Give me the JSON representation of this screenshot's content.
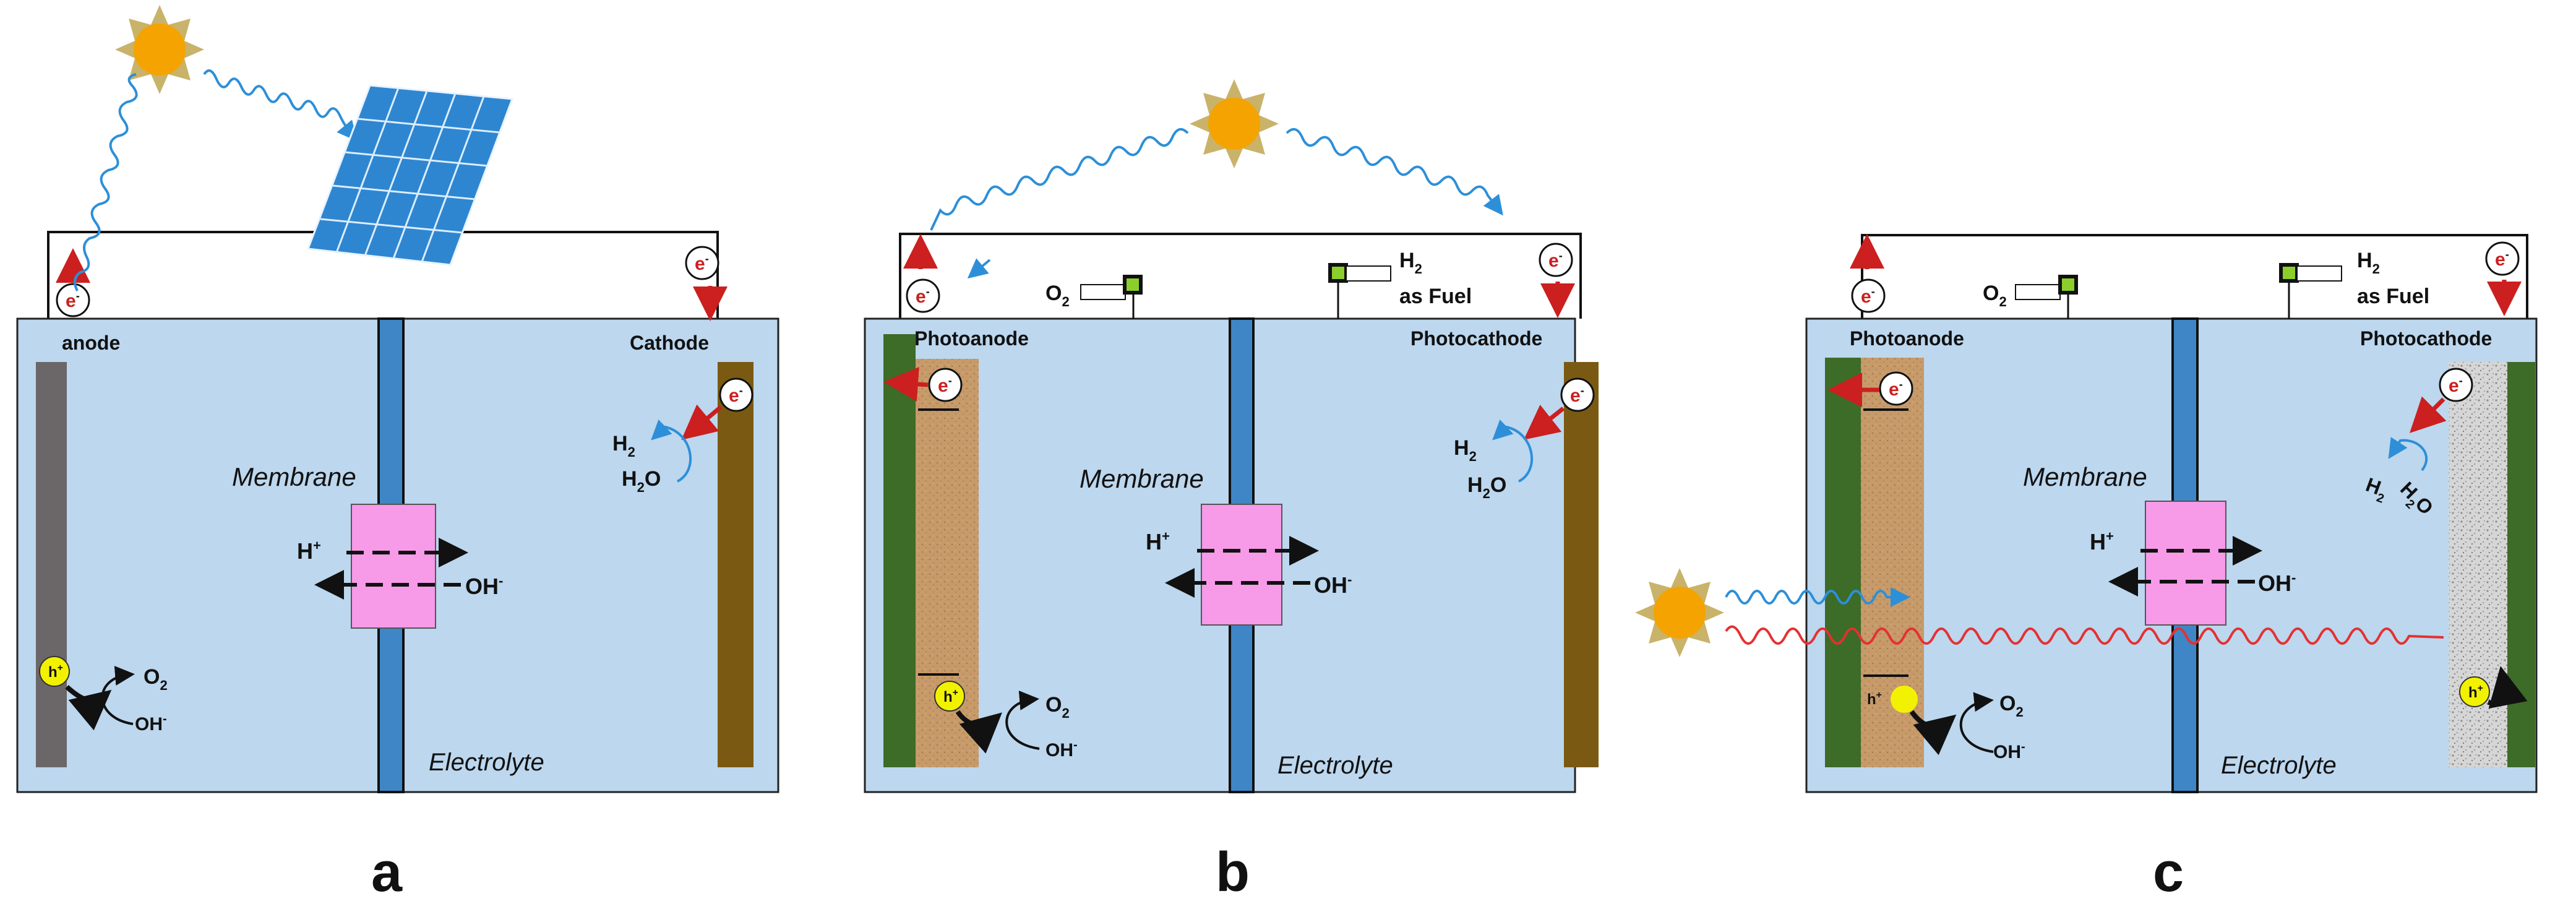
{
  "colors": {
    "electrolyte": "#bcd7ee",
    "membrane_bar": "#3f86c6",
    "membrane_box": "#f79ae8",
    "wire": "#111111",
    "anode_grey": "#6b6768",
    "cathode_brown": "#7a5a12",
    "photo_green": "#3d6b28",
    "photo_tan": "#c79a6a",
    "photocathode_speckle": "#c9c9c9",
    "sun": "#f5a300",
    "sun_rays": "#c9b36a",
    "blue_wave": "#2d8fd8",
    "red_wave": "#e53030",
    "electron_arrow": "#cc1f1f",
    "hole_yellow": "#f2f200",
    "solar_panel": "#2f86d0"
  },
  "panels": [
    {
      "letter": "a",
      "left_label": "anode",
      "right_label": "Cathode",
      "membrane": "Membrane",
      "electrolyte": "Electrolyte",
      "ion_left": "H",
      "ion_left_sup": "+",
      "ion_right": "OH",
      "ion_right_sup": "-",
      "h2": "H",
      "h2_sub": "2",
      "h2o": "H",
      "h2o_sub": "2",
      "h2o_end": "O",
      "o2": "O",
      "o2_sub": "2",
      "oh": "OH",
      "oh_sup": "-",
      "electron": "e",
      "electron_sup": "-",
      "hole": "h",
      "hole_sup": "+"
    },
    {
      "letter": "b",
      "left_label": "Photoanode",
      "right_label": "Photocathode",
      "membrane": "Membrane",
      "electrolyte": "Electrolyte",
      "o2_out": "O",
      "o2_out_sub": "2",
      "h2_out": "H",
      "h2_out_sub": "2",
      "fuel": "as Fuel"
    },
    {
      "letter": "c",
      "left_label": "Photoanode",
      "right_label": "Photocathode",
      "membrane": "Membrane",
      "electrolyte": "Electrolyte",
      "o2_out": "O",
      "o2_out_sub": "2",
      "h2_out": "H",
      "h2_out_sub": "2",
      "fuel": "as Fuel",
      "h2_rot": "H",
      "h2_rot_sub": "2",
      "h2o_rot": "H",
      "h2o_rot_sub": "2",
      "h2o_rot_end": "O"
    }
  ]
}
